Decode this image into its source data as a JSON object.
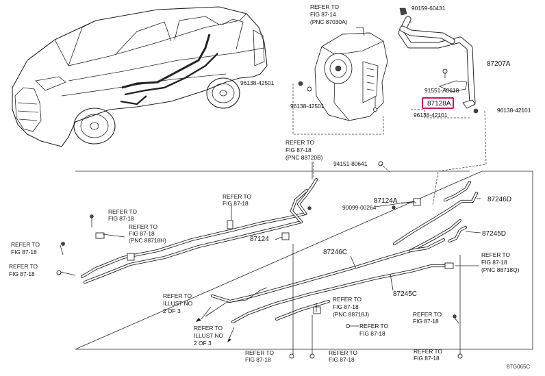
{
  "diagram": {
    "highlighted_part": "87128A",
    "diagram_code": "87G065C",
    "highlight_color": "#c2185b",
    "labels": {
      "p90159": "90159-60431",
      "p87207A": "87207A",
      "p91551": "91551-A0618",
      "p87128A": "87128A",
      "p96138_42101_a": "96138-42101",
      "p96138_42101_b": "96138-42101",
      "p96138_42501_a": "96138-42501",
      "p96138_42501_b": "96138-42501",
      "p94151": "94151-80641",
      "p87124A": "87124A",
      "p90099": "90099-00264",
      "p87124": "87124",
      "p87246D": "87246D",
      "p87245D": "87245D",
      "p87246C": "87246C",
      "p87245C": "87245C"
    },
    "refs": {
      "top_1": [
        "REFER TO",
        "FIG 87-14",
        "(PNC 87030A)"
      ],
      "top_2": [
        "REFER TO",
        "FIG 87-18",
        "(PNC 88720B)"
      ],
      "mid_1": [
        "REFER TO",
        "FIG 87-18"
      ],
      "left_1": [
        "REFER TO",
        "FIG 87-18"
      ],
      "left_2": [
        "REFER TO",
        "FIG 87-18",
        "(PNC 88718H)"
      ],
      "far_left_1": [
        "REFER TO",
        "FIG 87-18"
      ],
      "far_left_2": [
        "REFER TO",
        "FIG 87-18"
      ],
      "illust_1": [
        "REFER TO",
        "ILLUST NO",
        "2 OF 3"
      ],
      "illust_2": [
        "REFER TO",
        "ILLUST NO",
        "2 OF 3"
      ],
      "center_1": [
        "REFER TO",
        "FIG 87-18",
        "(PNC 88718J)"
      ],
      "center_2": [
        "REFER TO",
        "FIG 87-18"
      ],
      "right_1": [
        "REFER TO",
        "FIG 87-18",
        "(PNC 88718Q)"
      ],
      "right_2": [
        "REFER TO",
        "FIG 87-18"
      ],
      "bottom_1": [
        "REFER TO",
        "FIG 87-18"
      ],
      "bottom_2": [
        "REFER TO",
        "FIG 87-18"
      ],
      "bottom_3": [
        "REFER TO",
        "FIG 87-18"
      ]
    }
  }
}
